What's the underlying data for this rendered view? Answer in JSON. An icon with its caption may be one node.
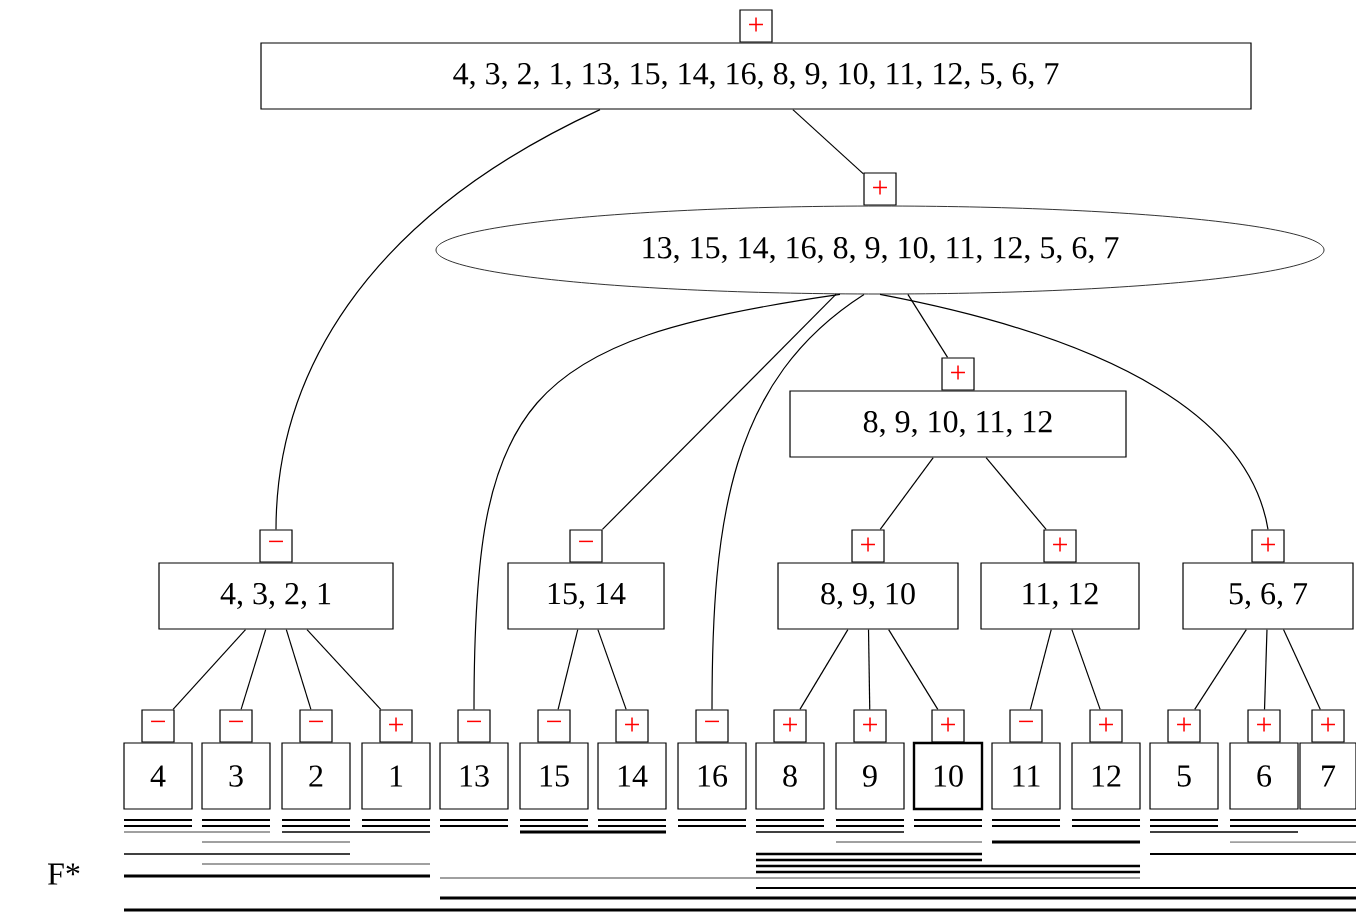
{
  "diagram": {
    "nodes": [
      {
        "text": [
          "+",
          "4, 3, 2, 1, 13, 15, 14, 16, 8, 9, 10, 11, 12, 5, 6, 7"
        ]
      },
      {
        "text": [
          "+",
          "13, 15, 14, 16, 8, 9, 10, 11, 12, 5, 6, 7"
        ]
      },
      {
        "text": [
          "−",
          "4, 3, 2, 1"
        ]
      },
      {
        "text": [
          "−",
          "15, 14"
        ]
      },
      {
        "text": [
          "+",
          "8, 9, 10, 11, 12"
        ]
      },
      {
        "text": [
          "+",
          "8, 9, 10"
        ]
      },
      {
        "text": [
          "+",
          "11, 12"
        ]
      },
      {
        "text": [
          "+",
          "5, 6, 7"
        ]
      },
      {
        "text": [
          "−",
          "4"
        ]
      },
      {
        "text": [
          "−",
          "3"
        ]
      },
      {
        "text": [
          "−",
          "2"
        ]
      },
      {
        "text": [
          "+",
          "1"
        ]
      },
      {
        "text": [
          "−",
          "13"
        ]
      },
      {
        "text": [
          "−",
          "15"
        ]
      },
      {
        "text": [
          "+",
          "14"
        ]
      },
      {
        "text": [
          "−",
          "16"
        ]
      },
      {
        "text": [
          "+",
          "8"
        ]
      },
      {
        "text": [
          "+",
          "9"
        ]
      },
      {
        "text": [
          "+",
          "10"
        ]
      },
      {
        "text": [
          "−",
          "11"
        ]
      },
      {
        "text": [
          "+",
          "12"
        ]
      },
      {
        "text": [
          "+",
          "5"
        ]
      },
      {
        "text": [
          "+",
          "6"
        ]
      },
      {
        "text": [
          "+",
          "7"
        ]
      }
    ],
    "edges": [
      {
        "from": 0,
        "to": 1,
        "arrow": "none"
      },
      {
        "from": 0,
        "to": 2,
        "arrow": "none"
      },
      {
        "from": 1,
        "to": 12,
        "arrow": "none"
      },
      {
        "from": 1,
        "to": 3,
        "arrow": "none"
      },
      {
        "from": 1,
        "to": 15,
        "arrow": "none"
      },
      {
        "from": 1,
        "to": 4,
        "arrow": "none"
      },
      {
        "from": 1,
        "to": 7,
        "arrow": "none"
      },
      {
        "from": 2,
        "to": 8,
        "arrow": "none"
      },
      {
        "from": 2,
        "to": 9,
        "arrow": "none"
      },
      {
        "from": 2,
        "to": 10,
        "arrow": "none"
      },
      {
        "from": 2,
        "to": 11,
        "arrow": "none"
      },
      {
        "from": 3,
        "to": 13,
        "arrow": "none"
      },
      {
        "from": 3,
        "to": 14,
        "arrow": "none"
      },
      {
        "from": 4,
        "to": 5,
        "arrow": "none"
      },
      {
        "from": 4,
        "to": 6,
        "arrow": "none"
      },
      {
        "from": 5,
        "to": 16,
        "arrow": "none"
      },
      {
        "from": 5,
        "to": 17,
        "arrow": "none"
      },
      {
        "from": 5,
        "to": 18,
        "arrow": "none"
      },
      {
        "from": 6,
        "to": 19,
        "arrow": "none"
      },
      {
        "from": 6,
        "to": 20,
        "arrow": "none"
      },
      {
        "from": 7,
        "to": 21,
        "arrow": "none"
      },
      {
        "from": 7,
        "to": 22,
        "arrow": "none"
      },
      {
        "from": 7,
        "to": 23,
        "arrow": "none"
      }
    ],
    "labels": [
      "F*"
    ]
  }
}
